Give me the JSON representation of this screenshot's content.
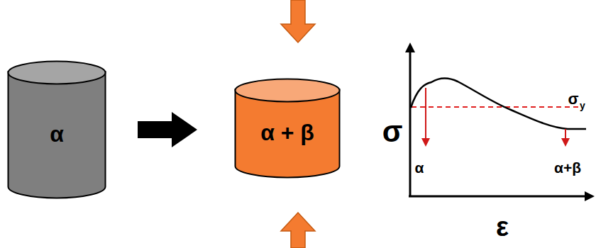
{
  "diagram": {
    "nodes": [
      {
        "text": [
          "α"
        ]
      },
      {
        "text": [
          "α + β"
        ]
      }
    ],
    "edges": [
      {
        "from": 0,
        "to": 1,
        "arrow": "to"
      }
    ],
    "labels": [
      "σ",
      "ε",
      "σ",
      "y",
      "α",
      "α+β"
    ]
  }
}
